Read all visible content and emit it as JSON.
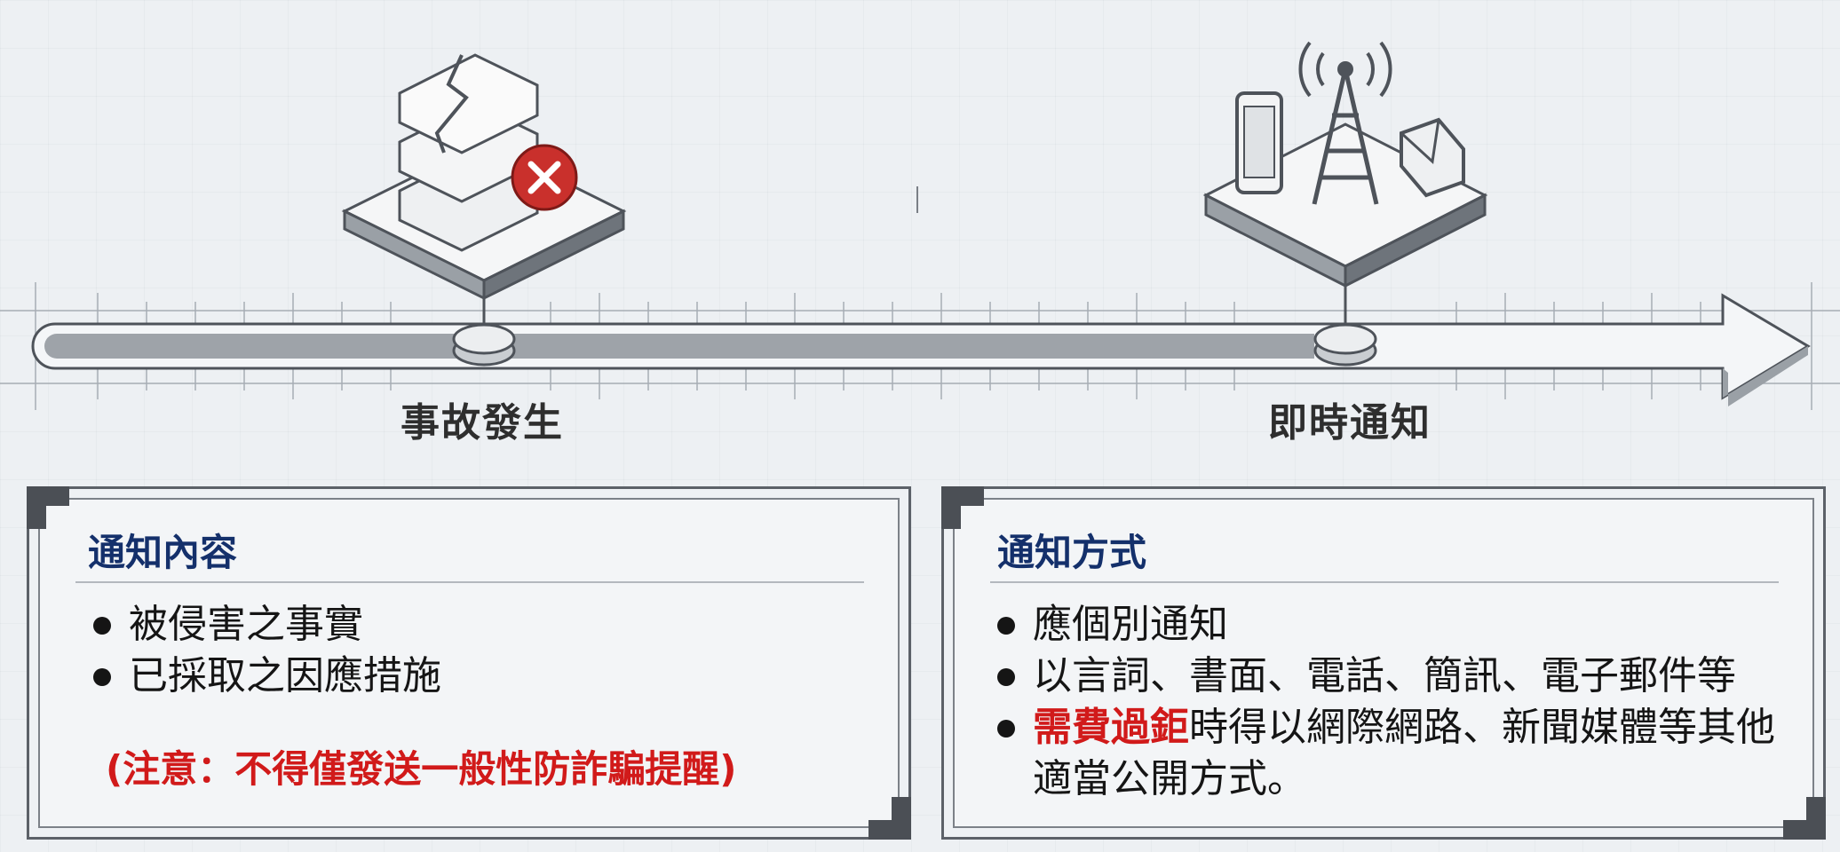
{
  "timeline": {
    "milestones": [
      {
        "label": "事故發生",
        "icon": "broken-server-icon"
      },
      {
        "label": "即時通知",
        "icon": "broadcast-tower-icon"
      }
    ]
  },
  "panels": {
    "content": {
      "title": "通知內容",
      "items": [
        "被侵害之事實",
        "已採取之因應措施"
      ],
      "warning": "(注意：不得僅發送一般性防詐騙提醒)"
    },
    "method": {
      "title": "通知方式",
      "items": [
        {
          "text": "應個別通知"
        },
        {
          "text": "以言詞、書面、電話、簡訊、電子郵件等"
        },
        {
          "highlight": "需費過鉅",
          "text": "時得以網際網路、新聞媒體等其他適當公開方式。"
        }
      ]
    }
  },
  "colors": {
    "title_blue": "#14306b",
    "warning_red": "#d11a1a",
    "error_badge_red": "#c9302c"
  }
}
